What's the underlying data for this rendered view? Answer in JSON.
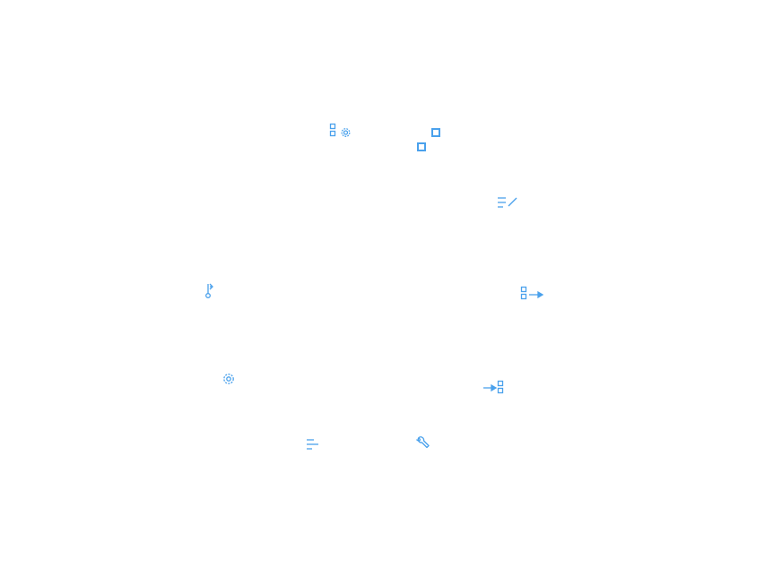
{
  "theme": {
    "icon_color": "#4aa1ec",
    "background": "#ffffff"
  },
  "radial_menu": {
    "items": [
      {
        "id": "group-settings",
        "icon": "grid-gear-icon"
      },
      {
        "id": "scatter",
        "icon": "scatter-squares-icon"
      },
      {
        "id": "edit-list",
        "icon": "list-edit-icon"
      },
      {
        "id": "move-out",
        "icon": "grid-arrow-right-icon"
      },
      {
        "id": "move-in",
        "icon": "arrow-into-grid-icon"
      },
      {
        "id": "tools",
        "icon": "wrench-icon"
      },
      {
        "id": "align-list",
        "icon": "list-align-icon"
      },
      {
        "id": "settings",
        "icon": "gear-icon"
      },
      {
        "id": "key",
        "icon": "key-icon"
      }
    ]
  }
}
